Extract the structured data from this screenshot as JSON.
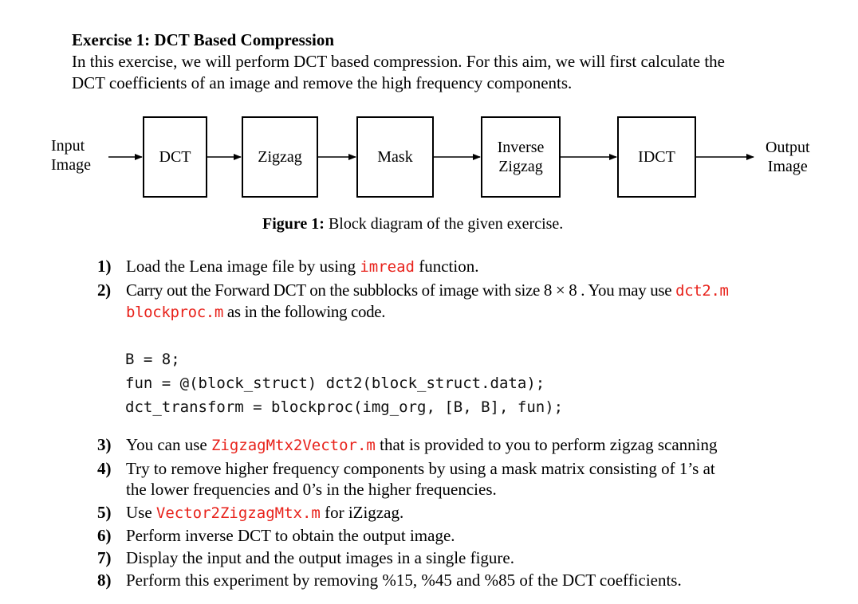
{
  "title": "Exercise 1: DCT Based Compression",
  "intro": [
    "In this exercise, we will perform DCT based compression. For this aim, we will first calculate the",
    "DCT coefficients of an image and remove the high frequency components."
  ],
  "diagram": {
    "input": [
      "Input",
      "Image"
    ],
    "output": [
      "Output",
      "Image"
    ],
    "blocks": [
      {
        "lines": [
          "DCT"
        ]
      },
      {
        "lines": [
          "Zigzag"
        ]
      },
      {
        "lines": [
          "Mask"
        ]
      },
      {
        "lines": [
          "Inverse",
          "Zigzag"
        ]
      },
      {
        "lines": [
          "IDCT"
        ]
      }
    ]
  },
  "caption": {
    "label": "Figure 1:",
    "text": " Block diagram of the given exercise."
  },
  "steps": {
    "s1": {
      "num": "1)",
      "pre": "Load the Lena image file by using ",
      "code": "imread",
      "post": " function."
    },
    "s2": {
      "num": "2)",
      "line1_pre": "Carry out the Forward DCT on the subblocks of image with size 8 × 8 . You may use ",
      "code1": "dct2.m",
      "code2": "blockproc.m",
      "line2_post": "  as in the following code."
    },
    "code_lines": [
      "B = 8;",
      "fun = @(block_struct) dct2(block_struct.data);",
      "dct_transform = blockproc(img_org, [B, B], fun);"
    ],
    "s3": {
      "num": "3)",
      "pre": "You can use ",
      "code": "ZigzagMtx2Vector.m",
      "post": " that is provided to you to perform zigzag scanning"
    },
    "s4": {
      "num": "4)",
      "line1": "Try to remove higher frequency components by using a mask matrix consisting of 1’s at",
      "line2": "the lower frequencies and 0’s in the higher frequencies."
    },
    "s5": {
      "num": "5)",
      "pre": "Use ",
      "code": "Vector2ZigzagMtx.m",
      "post": " for iZigzag."
    },
    "s6": {
      "num": "6)",
      "text": "Perform inverse DCT to obtain the output image."
    },
    "s7": {
      "num": "7)",
      "text": "Display the input and the output images in a single figure."
    },
    "s8": {
      "num": "8)",
      "text": "Perform this experiment by removing %15, %45 and %85 of the DCT coefficients."
    }
  }
}
